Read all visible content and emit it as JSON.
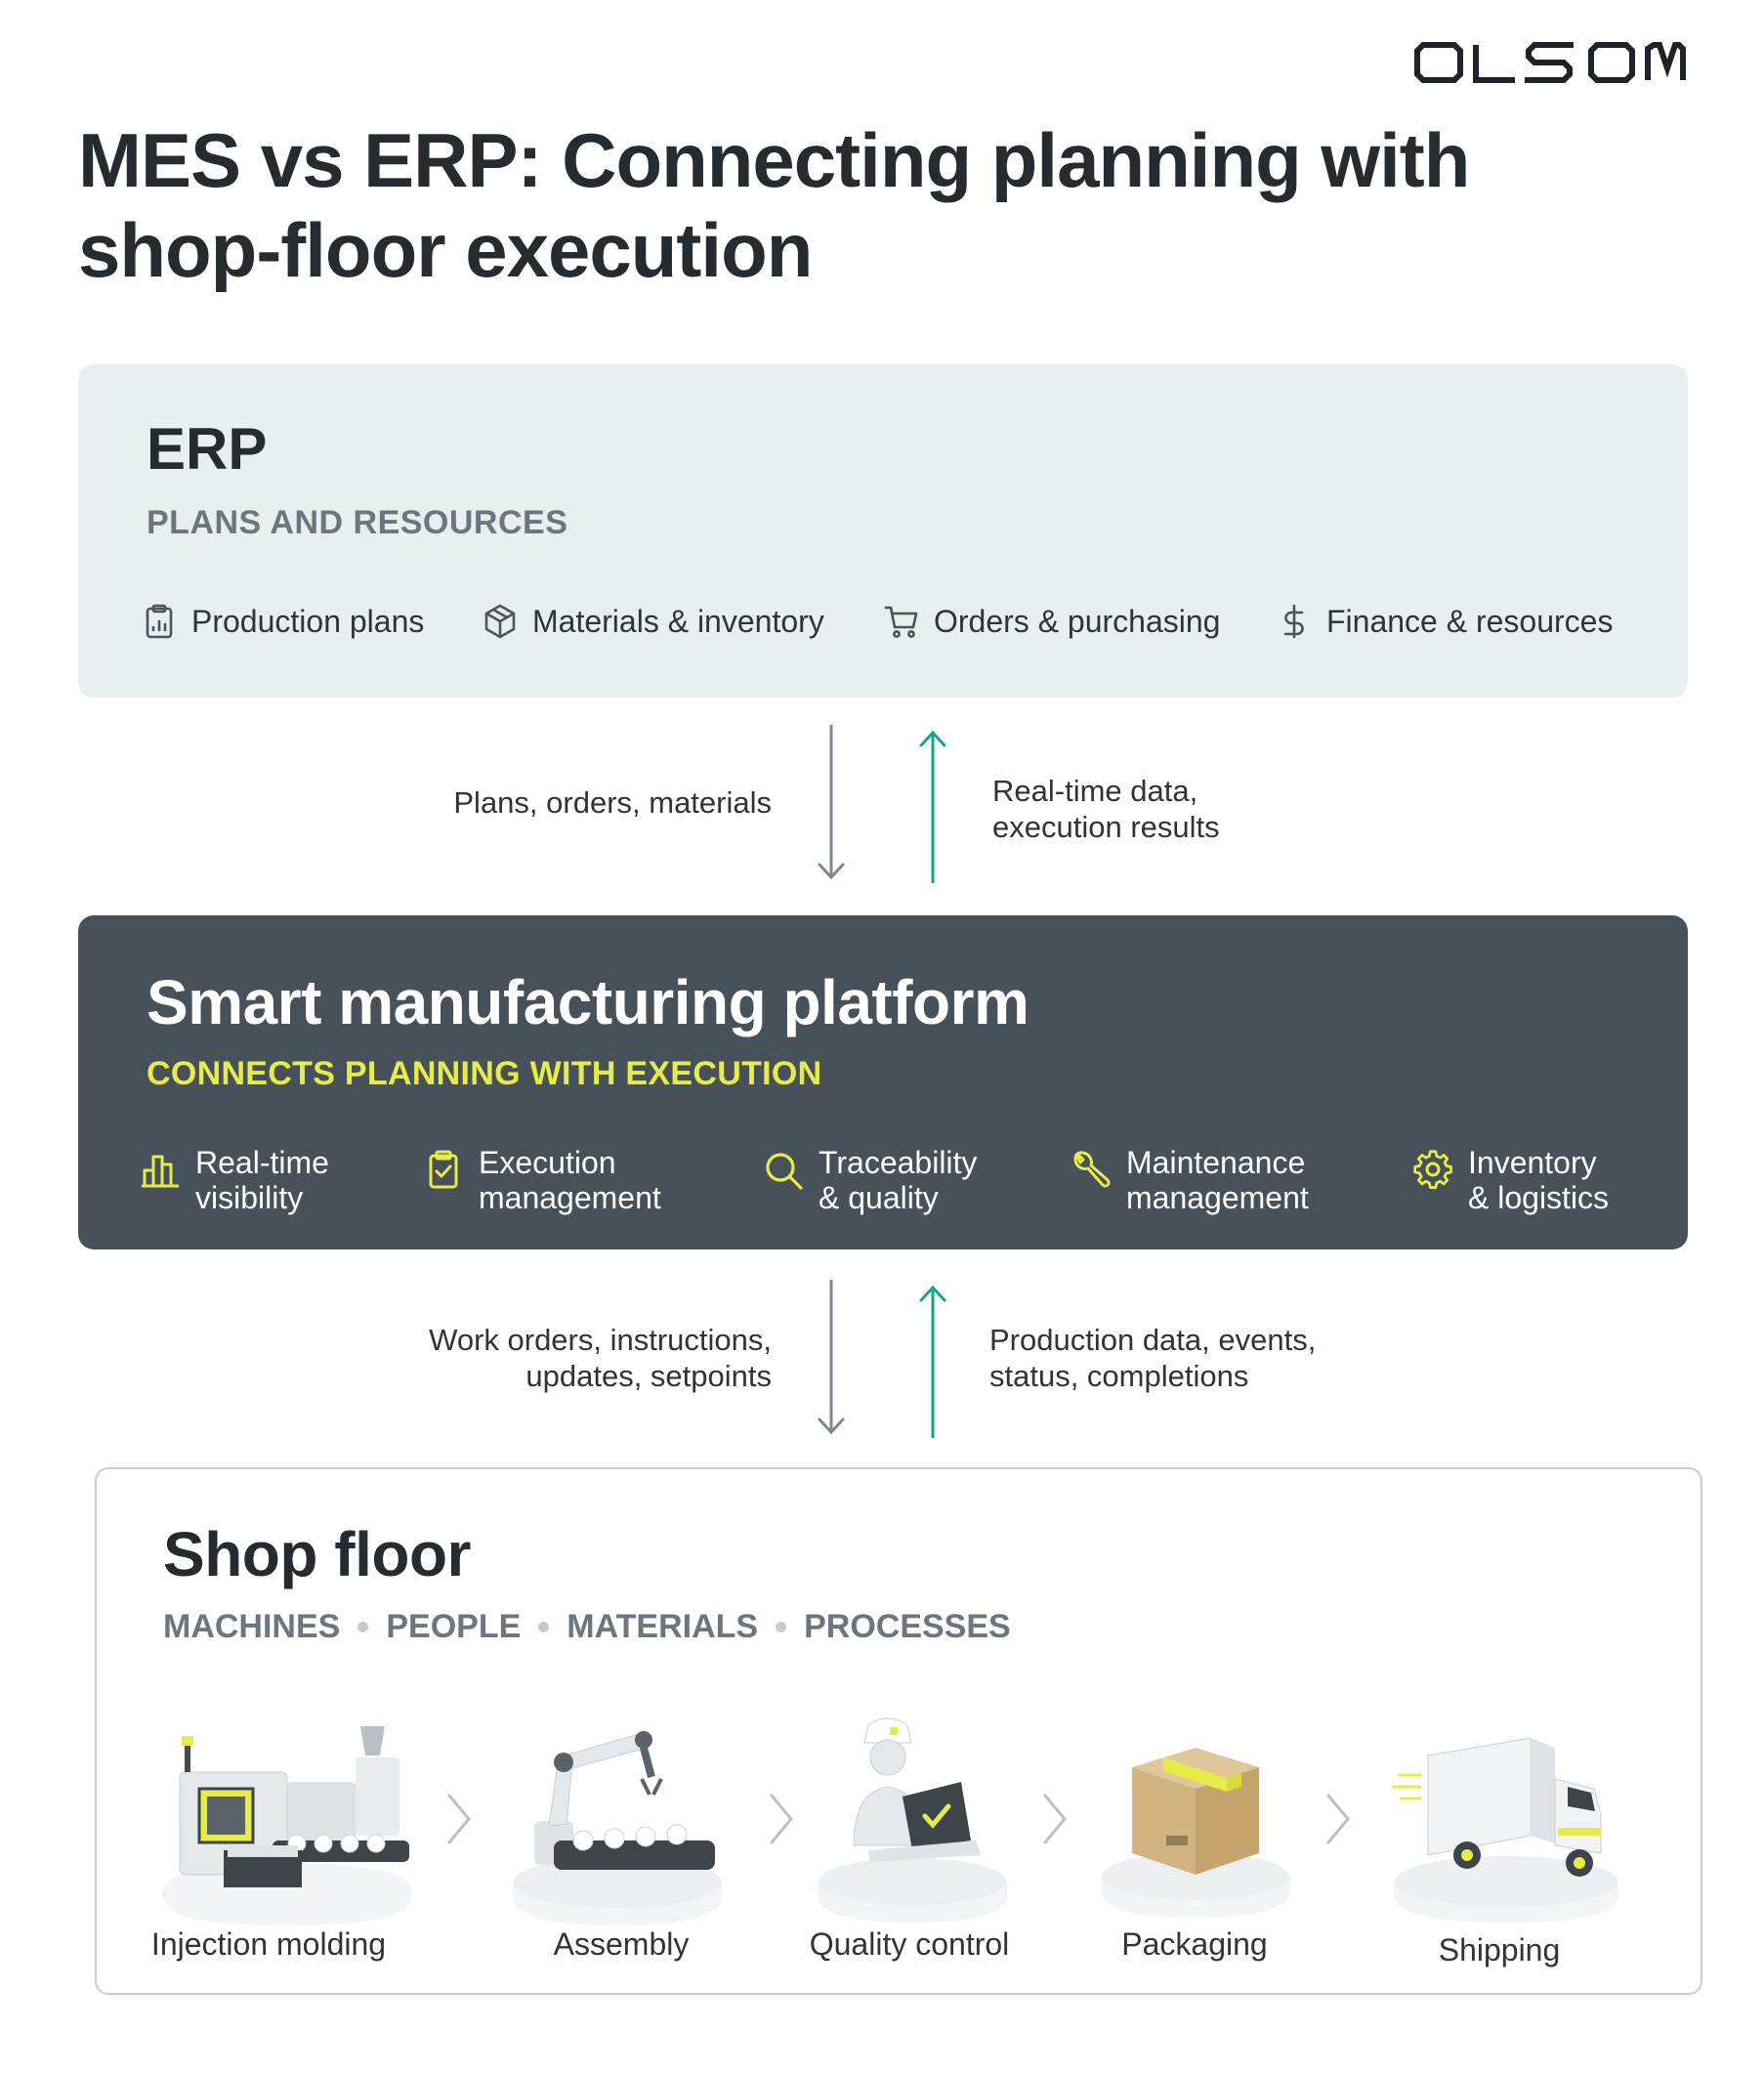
{
  "brand": {
    "logo_text": "OLSOM"
  },
  "title": {
    "line1": "MES vs ERP: Connecting planning with",
    "line2": "shop-floor execution"
  },
  "erp": {
    "title": "ERP",
    "subtitle": "PLANS AND RESOURCES",
    "items": [
      {
        "label": "Production plans",
        "icon": "clipboard-chart-icon"
      },
      {
        "label": "Materials & inventory",
        "icon": "box-icon"
      },
      {
        "label": "Orders & purchasing",
        "icon": "cart-icon"
      },
      {
        "label": "Finance & resources",
        "icon": "dollar-icon"
      }
    ]
  },
  "flow_top": {
    "down_label": "Plans, orders, materials",
    "up_label_line1": "Real-time data,",
    "up_label_line2": "execution results"
  },
  "platform": {
    "title": "Smart manufacturing platform",
    "subtitle": "CONNECTS PLANNING WITH EXECUTION",
    "items": [
      {
        "line1": "Real-time",
        "line2": "visibility",
        "icon": "bar-chart-icon"
      },
      {
        "line1": "Execution",
        "line2": "management",
        "icon": "clipboard-check-icon"
      },
      {
        "line1": "Traceability",
        "line2": "& quality",
        "icon": "search-icon"
      },
      {
        "line1": "Maintenance",
        "line2": "management",
        "icon": "wrench-icon"
      },
      {
        "line1": "Inventory",
        "line2": "& logistics",
        "icon": "gear-icon"
      }
    ]
  },
  "flow_bottom": {
    "down_label_line1": "Work orders, instructions,",
    "down_label_line2": "updates, setpoints",
    "up_label_line1": "Production data, events,",
    "up_label_line2": "status, completions"
  },
  "shop_floor": {
    "title": "Shop floor",
    "tags": [
      "MACHINES",
      "PEOPLE",
      "MATERIALS",
      "PROCESSES"
    ],
    "stages": [
      {
        "label": "Injection molding",
        "icon": "injection-molding-machine-icon"
      },
      {
        "label": "Assembly",
        "icon": "robot-arm-icon"
      },
      {
        "label": "Quality control",
        "icon": "worker-laptop-icon"
      },
      {
        "label": "Packaging",
        "icon": "package-box-icon"
      },
      {
        "label": "Shipping",
        "icon": "delivery-truck-icon"
      }
    ]
  },
  "colors": {
    "erp_bg": "#e9eeee",
    "platform_bg": "#465159",
    "accent_yellow": "#e8ec4a",
    "arrow_down": "#7d8990",
    "arrow_up": "#14a58c",
    "title_text": "#262b30"
  }
}
